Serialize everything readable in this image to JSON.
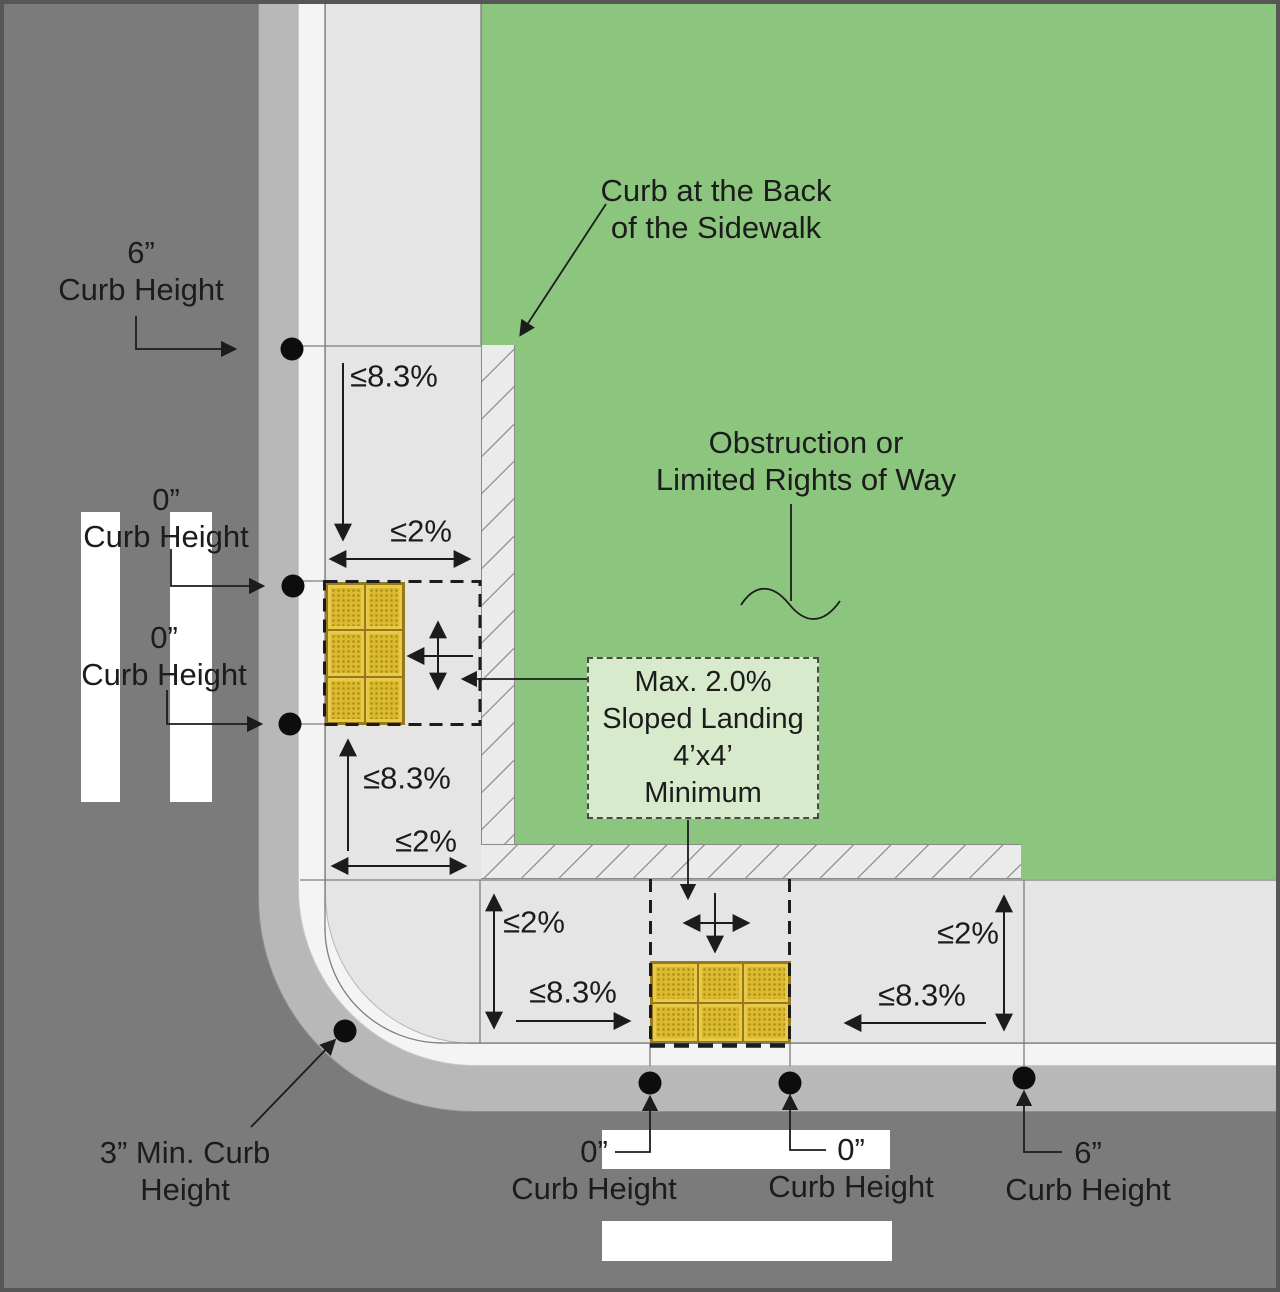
{
  "title": "Perpendicular curb ramp diagram at street corner",
  "colors": {
    "street": "#7b7b7b",
    "gutter": "#b8b8b8",
    "curb_band": "#f4f4f4",
    "sidewalk": "#e5e5e5",
    "grass": "#8cc57d",
    "landing_note_fill": "#d8eacc",
    "tactile_yellow": "#e6c235",
    "crosswalk_white": "#ffffff",
    "ink": "#1c1c1c"
  },
  "annotations": {
    "curb_back": {
      "line1": "Curb at the Back",
      "line2": "of the Sidewalk"
    },
    "obstruction": {
      "line1": "Obstruction or",
      "line2": "Limited Rights of Way"
    },
    "landing_note": {
      "line1": "Max. 2.0%",
      "line2": "Sloped Landing",
      "line3": "4’x4’",
      "line4": "Minimum"
    }
  },
  "measurements": [
    {
      "value": "6”",
      "caption": "Curb Height"
    },
    {
      "value": "0”",
      "caption": "Curb Height"
    },
    {
      "value": "0”",
      "caption": "Curb Height"
    },
    {
      "value": "3” Min. Curb",
      "caption": "Height"
    },
    {
      "value": "0”",
      "caption": "Curb Height"
    },
    {
      "value": "0”",
      "caption": "Curb Height"
    },
    {
      "value": "6”",
      "caption": "Curb Height"
    }
  ],
  "slopes": [
    {
      "text": "≤8.3%"
    },
    {
      "text": "≤2%"
    },
    {
      "text": "≤8.3%"
    },
    {
      "text": "≤2%"
    },
    {
      "text": "≤2%"
    },
    {
      "text": "≤8.3%"
    },
    {
      "text": "≤2%"
    },
    {
      "text": "≤8.3%"
    }
  ]
}
